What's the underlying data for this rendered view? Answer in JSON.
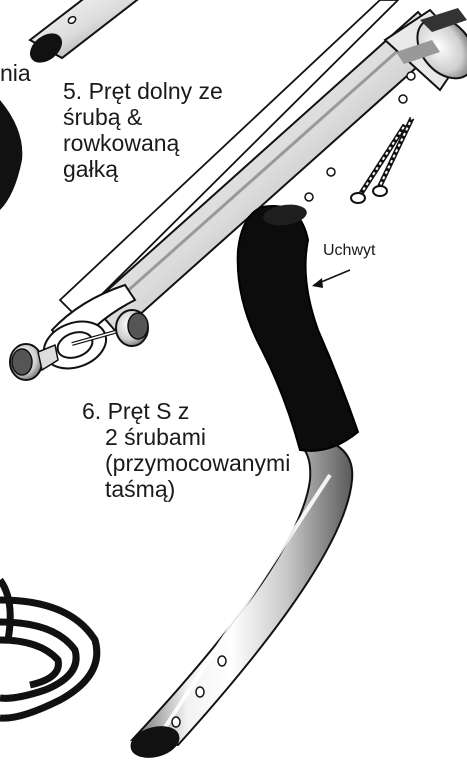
{
  "labels": {
    "partial_top_left": "nia",
    "part5": [
      "5. Pręt dolny ze",
      "śrubą &",
      "rowkowaną",
      "gałką"
    ],
    "part6": [
      "6. Pręt S z",
      "2 śrubami",
      "(przymocowanymi",
      "taśmą)"
    ],
    "grip": "Uchwyt"
  }
}
